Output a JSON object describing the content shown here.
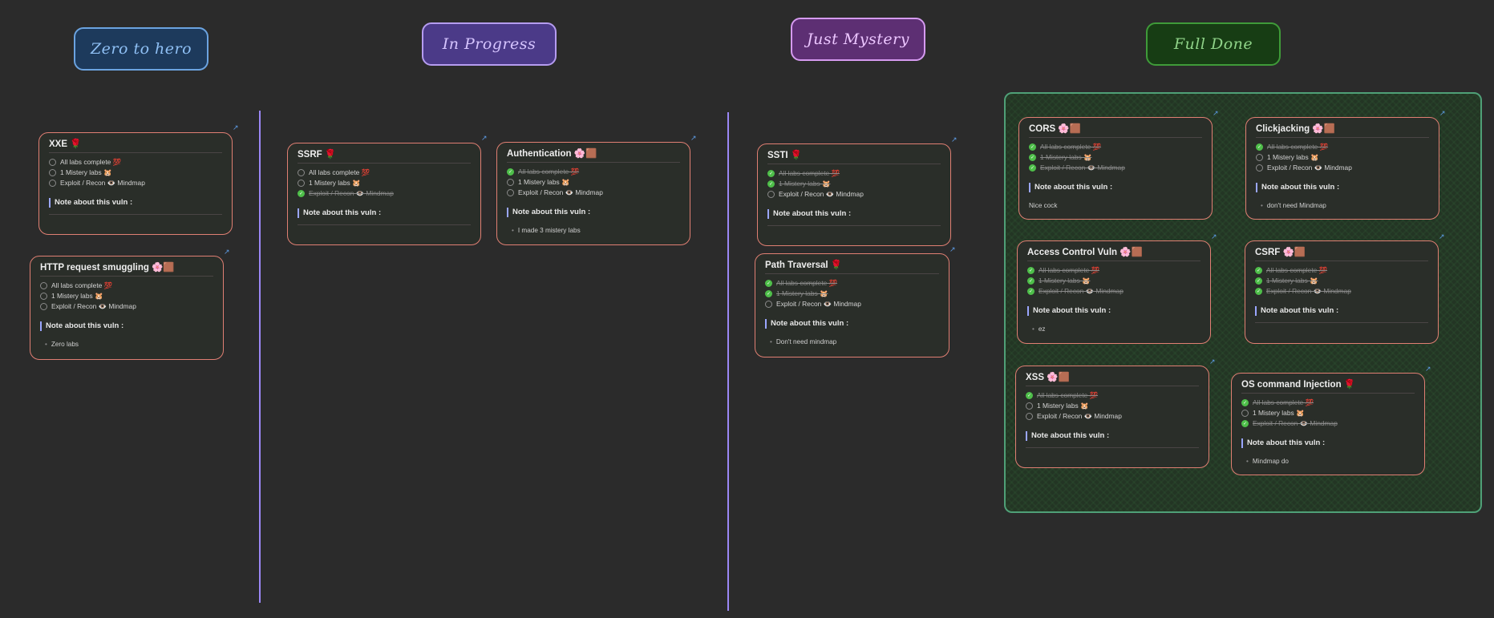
{
  "colors": {
    "card_border": "#e07f73",
    "check": "#4fbf4a",
    "divider": "#9b87f5",
    "done_border": "#4fa077",
    "link": "#5d9ce6"
  },
  "columns": {
    "zero": "Zero to hero",
    "progress": "In Progress",
    "mystery": "Just Mystery",
    "done": "Full Done"
  },
  "labels": {
    "task_all": "All labs complete 💯",
    "task_mystery": "1 Mistery labs 🐹",
    "task_exploit": "Exploit / Recon 👁️ Mindmap",
    "note_heading": "Note about this vuln :",
    "link_icon": "external-link-icon"
  },
  "cards": {
    "xxe": {
      "title": "XXE 🌹",
      "checks": [
        false,
        false,
        false
      ]
    },
    "http": {
      "title": "HTTP request smuggling 🌸🟫",
      "checks": [
        false,
        false,
        false
      ],
      "note": "Zero labs"
    },
    "ssrf": {
      "title": "SSRF 🌹",
      "checks": [
        false,
        false,
        true
      ]
    },
    "auth": {
      "title": "Authentication 🌸🟫",
      "checks": [
        true,
        false,
        false
      ],
      "note": "I made 3 mistery labs"
    },
    "ssti": {
      "title": "SSTI 🌹",
      "checks": [
        true,
        true,
        false
      ]
    },
    "path": {
      "title": "Path Traversal 🌹",
      "checks": [
        true,
        true,
        false
      ],
      "note": "Don't need mindmap"
    },
    "cors": {
      "title": "CORS 🌸🟫",
      "checks": [
        true,
        true,
        true
      ],
      "note": "Nice cock"
    },
    "click": {
      "title": "Clickjacking 🌸🟫",
      "checks": [
        true,
        false,
        false
      ],
      "note": "don't need Mindmap"
    },
    "acv": {
      "title": "Access Control Vuln 🌸🟫",
      "checks": [
        true,
        true,
        true
      ],
      "note": "ez"
    },
    "csrf": {
      "title": "CSRF 🌸🟫",
      "checks": [
        true,
        true,
        true
      ]
    },
    "xss": {
      "title": "XSS 🌸🟫",
      "checks": [
        true,
        false,
        false
      ]
    },
    "osci": {
      "title": "OS command Injection 🌹",
      "checks": [
        true,
        false,
        true
      ],
      "note": "Mindmap do"
    }
  }
}
